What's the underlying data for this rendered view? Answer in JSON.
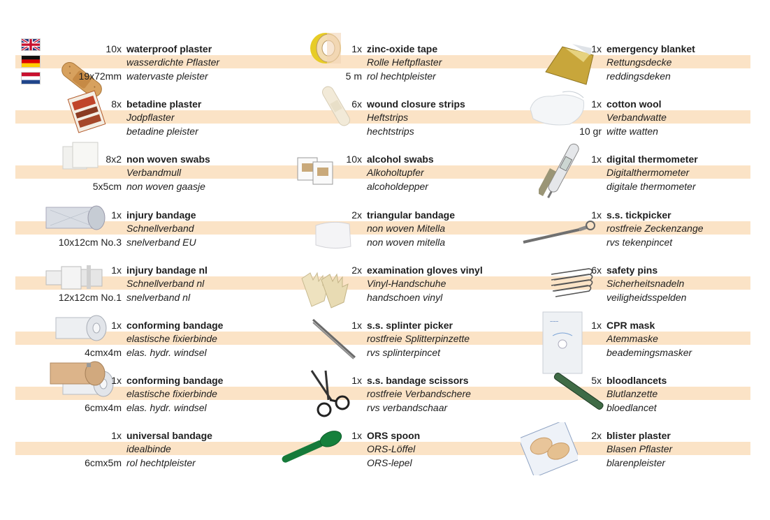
{
  "languages": [
    {
      "code": "en",
      "icon": "uk-flag-icon"
    },
    {
      "code": "de",
      "icon": "germany-flag-icon"
    },
    {
      "code": "nl",
      "icon": "netherlands-flag-icon"
    }
  ],
  "columns": [
    {
      "items": [
        {
          "qty": "10x",
          "size": "19x72mm",
          "en": "waterproof plaster",
          "de": "wasserdichte Pflaster",
          "nl": "watervaste pleister",
          "icon": "plaster-icon"
        },
        {
          "qty": "8x",
          "size": "",
          "en": "betadine plaster",
          "de": "Jodpflaster",
          "nl": "betadine pleister",
          "icon": "betadine-plaster-icon"
        },
        {
          "qty": "8x2",
          "size": "5x5cm",
          "en": "non woven swabs",
          "de": "Verbandmull",
          "nl": "non woven gaasje",
          "icon": "swab-icon"
        },
        {
          "qty": "1x",
          "size": "10x12cm No.3",
          "en": "injury bandage",
          "de": "Schnellverband",
          "nl": "snelverband EU",
          "icon": "injury-bandage-icon"
        },
        {
          "qty": "1x",
          "size": "12x12cm No.1",
          "en": "injury bandage nl",
          "de": "Schnellverband nl",
          "nl": "snelverband nl",
          "icon": "injury-bandage-nl-icon"
        },
        {
          "qty": "1x",
          "size": "4cmx4m",
          "en": "conforming bandage",
          "de": "elastische fixierbinde",
          "nl": "elas. hydr. windsel",
          "icon": "conforming-bandage-icon"
        },
        {
          "qty": "1x",
          "size": "6cmx4m",
          "en": "conforming bandage",
          "de": "elastische fixierbinde",
          "nl": "elas. hydr. windsel",
          "icon": "conforming-bandage-icon"
        },
        {
          "qty": "1x",
          "size": "6cmx5m",
          "en": "universal bandage",
          "de": "idealbinde",
          "nl": "rol hechtpleister",
          "icon": "universal-bandage-icon"
        }
      ]
    },
    {
      "items": [
        {
          "qty": "1x",
          "size": "5 m",
          "en": "zinc-oxide tape",
          "de": "Rolle Heftpflaster",
          "nl": "rol hechtpleister",
          "icon": "tape-roll-icon"
        },
        {
          "qty": "6x",
          "size": "",
          "en": "wound closure strips",
          "de": "Heftstrips",
          "nl": "hechtstrips",
          "icon": "closure-strips-icon"
        },
        {
          "qty": "10x",
          "size": "",
          "en": "alcohol swabs",
          "de": "Alkoholtupfer",
          "nl": "alcoholdepper",
          "icon": "alcohol-swab-icon"
        },
        {
          "qty": "2x",
          "size": "",
          "en": "triangular bandage",
          "de": "non woven Mitella",
          "nl": "non woven mitella",
          "icon": "triangular-bandage-icon"
        },
        {
          "qty": "2x",
          "size": "",
          "en": "examination gloves vinyl",
          "de": "Vinyl-Handschuhe",
          "nl": "handschoen vinyl",
          "icon": "gloves-icon"
        },
        {
          "qty": "1x",
          "size": "",
          "en": "s.s. splinter picker",
          "de": "rostfreie Splitterpinzette",
          "nl": "rvs splinterpincet",
          "icon": "tweezers-icon"
        },
        {
          "qty": "1x",
          "size": "",
          "en": "s.s. bandage scissors",
          "de": "rostfreie Verbandschere",
          "nl": "rvs verbandschaar",
          "icon": "scissors-icon"
        },
        {
          "qty": "1x",
          "size": "",
          "en": "ORS spoon",
          "de": "ORS-Löffel",
          "nl": "ORS-lepel",
          "icon": "spoon-icon"
        }
      ]
    },
    {
      "items": [
        {
          "qty": "1x",
          "size": "",
          "en": "emergency blanket",
          "de": "Rettungsdecke",
          "nl": "reddingsdeken",
          "icon": "emergency-blanket-icon"
        },
        {
          "qty": "1x",
          "size": "10 gr",
          "en": "cotton wool",
          "de": "Verbandwatte",
          "nl": "witte watten",
          "icon": "cotton-wool-icon"
        },
        {
          "qty": "1x",
          "size": "",
          "en": "digital thermometer",
          "de": "Digitalthermometer",
          "nl": "digitale thermometer",
          "icon": "thermometer-icon"
        },
        {
          "qty": "1x",
          "size": "",
          "en": "s.s. tickpicker",
          "de": "rostfreie Zeckenzange",
          "nl": "rvs tekenpincet",
          "icon": "tickpicker-icon"
        },
        {
          "qty": "6x",
          "size": "",
          "en": "safety pins",
          "de": "Sicherheitsnadeln",
          "nl": "veiligheidsspelden",
          "icon": "safety-pin-icon"
        },
        {
          "qty": "1x",
          "size": "",
          "en": "CPR mask",
          "de": "Atemmaske",
          "nl": "beademingsmasker",
          "icon": "cpr-mask-icon"
        },
        {
          "qty": "5x",
          "size": "",
          "en": "bloodlancets",
          "de": "Blutlanzette",
          "nl": "bloedlancet",
          "icon": "lancet-icon"
        },
        {
          "qty": "2x",
          "size": "",
          "en": "blister plaster",
          "de": "Blasen Pflaster",
          "nl": "blarenpleister",
          "icon": "blister-plaster-icon"
        }
      ]
    }
  ]
}
